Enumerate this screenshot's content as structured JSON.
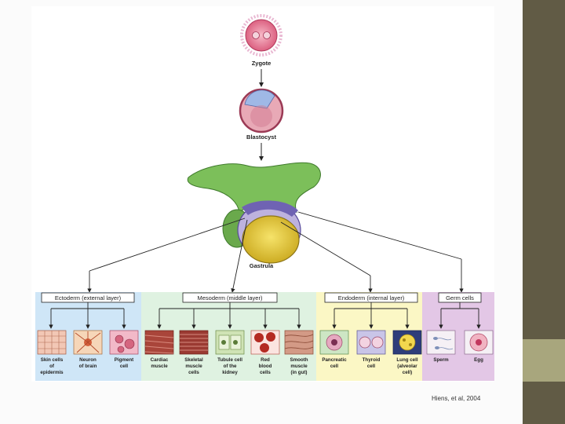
{
  "stages": {
    "zygote": "Zygote",
    "blastocyst": "Blastocyst",
    "gastrula": "Gastrula"
  },
  "layers": {
    "ectoderm": {
      "title": "Ectoderm (external layer)",
      "color": "#cfe6f7",
      "cells": [
        {
          "line1": "Skin cells",
          "line2": "of",
          "line3": "epidermis"
        },
        {
          "line1": "Neuron",
          "line2": "of brain",
          "line3": ""
        },
        {
          "line1": "Pigment",
          "line2": "cell",
          "line3": ""
        }
      ]
    },
    "mesoderm": {
      "title": "Mesoderm (middle layer)",
      "color": "#dff2e1",
      "cells": [
        {
          "line1": "Cardiac",
          "line2": "muscle",
          "line3": ""
        },
        {
          "line1": "Skeletal",
          "line2": "muscle",
          "line3": "cells"
        },
        {
          "line1": "Tubule cell",
          "line2": "of the",
          "line3": "kidney"
        },
        {
          "line1": "Red",
          "line2": "blood",
          "line3": "cells"
        },
        {
          "line1": "Smooth",
          "line2": "muscle",
          "line3": "(in gut)"
        }
      ]
    },
    "endoderm": {
      "title": "Endoderm (internal layer)",
      "color": "#fbf7c5",
      "cells": [
        {
          "line1": "Pancreatic",
          "line2": "cell",
          "line3": ""
        },
        {
          "line1": "Thyroid",
          "line2": "cell",
          "line3": ""
        },
        {
          "line1": "Lung cell",
          "line2": "(alveolar",
          "line3": "cell)"
        }
      ]
    },
    "germ": {
      "title": "Germ cells",
      "color": "#e3c7e6",
      "cells": [
        {
          "line1": "Sperm",
          "line2": "",
          "line3": ""
        },
        {
          "line1": "Egg",
          "line2": "",
          "line3": ""
        }
      ]
    }
  },
  "citation": "Hiens, et al, 2004"
}
